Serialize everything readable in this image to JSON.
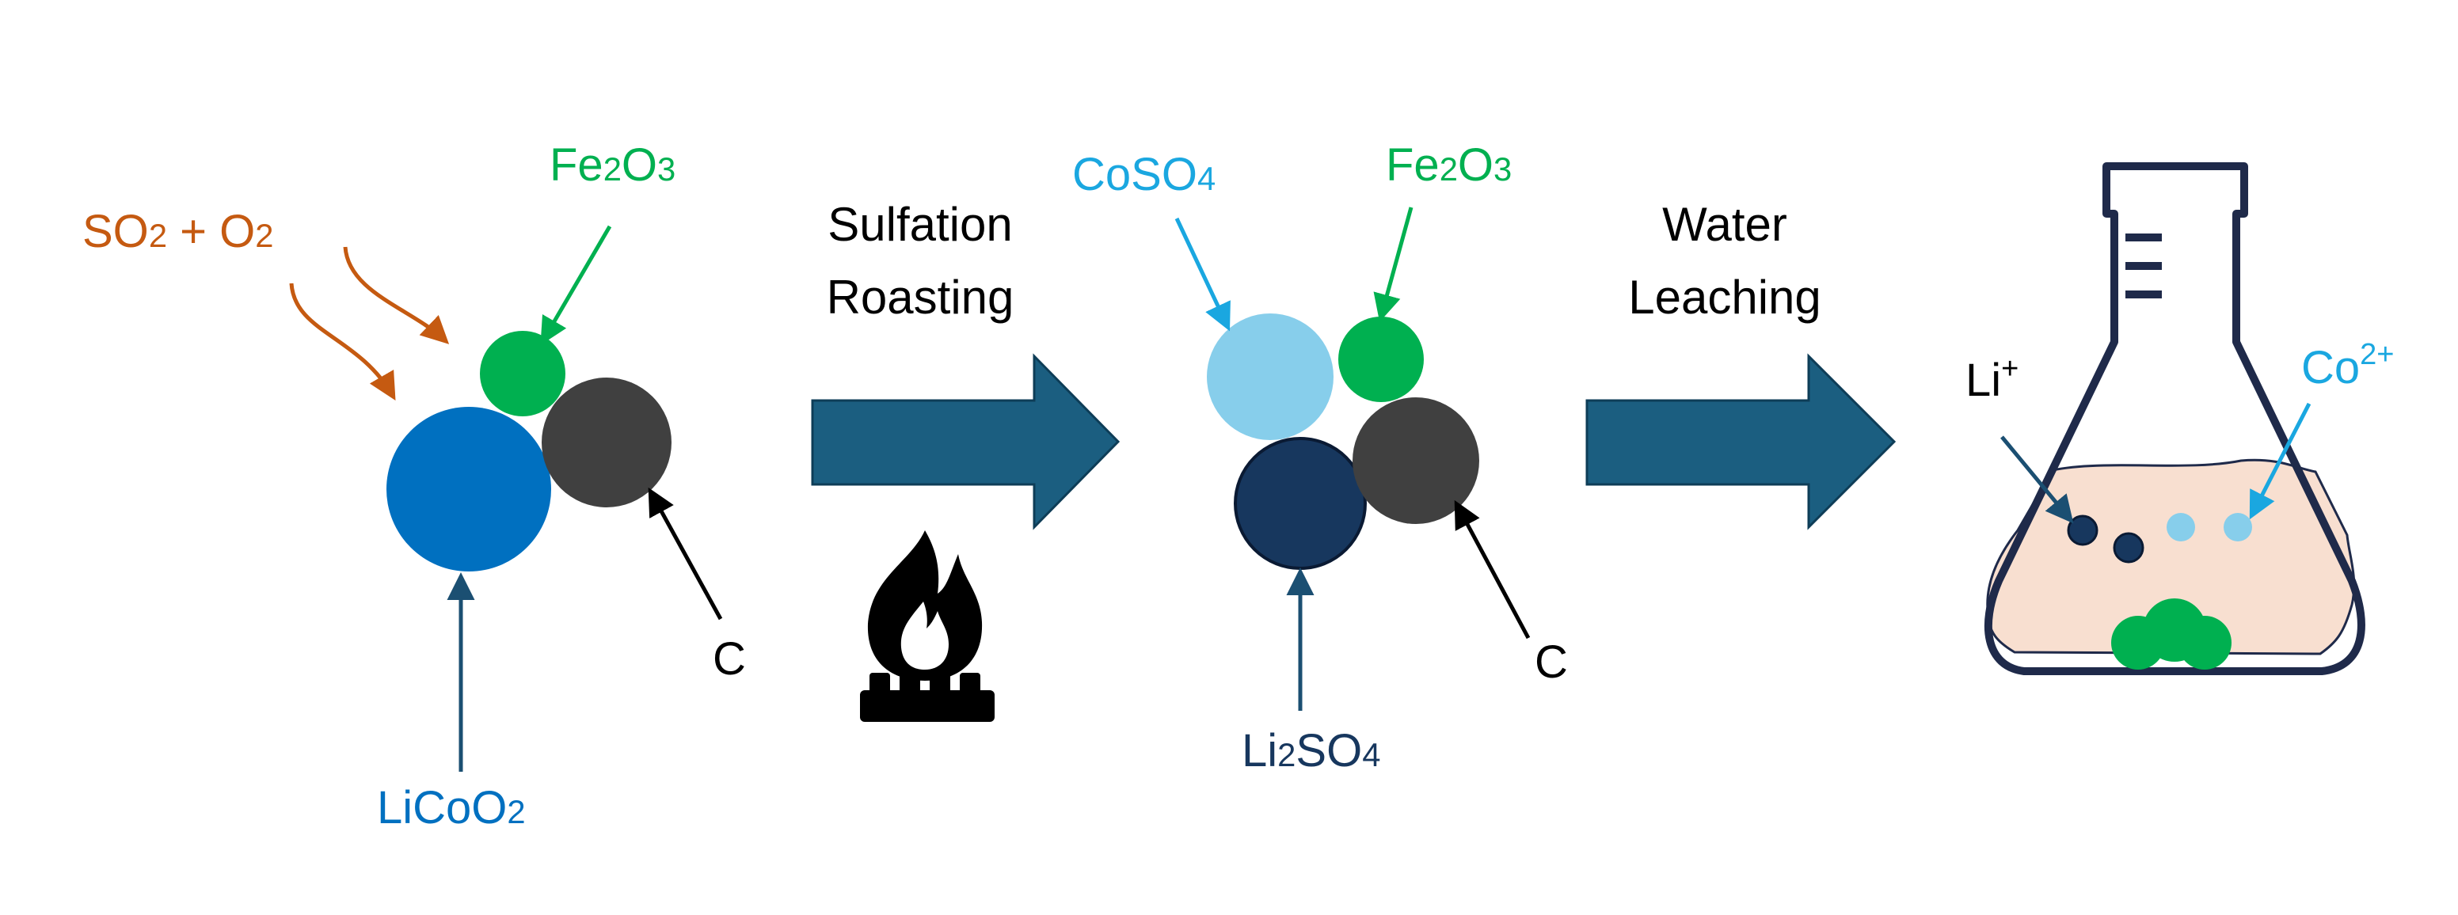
{
  "colors": {
    "licoo2": "#0070c0",
    "carbon": "#404040",
    "fe2o3": "#00b050",
    "coso4": "#87ceeb",
    "coso4_label": "#1aa7e0",
    "li2so4": "#17375e",
    "so2": "#c55a11",
    "arrow_fill": "#1b5e80",
    "flask_outline": "#1f2a4a",
    "solution": "#f8dfd0"
  },
  "icons": {
    "flame": "flame-icon",
    "burner": "burner-icon",
    "flask": "erlenmeyer-flask-icon"
  },
  "stage1": {
    "so2_label": {
      "a": "SO",
      "a_sub": "2",
      "b": " + O",
      "b_sub": "2"
    },
    "fe2o3_label": {
      "a": "Fe",
      "a_sub": "2",
      "b": "O",
      "b_sub": "3"
    },
    "licoo2_label": {
      "a": "LiCoO",
      "a_sub": "2"
    },
    "c_label": "C"
  },
  "step1": {
    "line1": "Sulfation",
    "line2": "Roasting"
  },
  "stage2": {
    "coso4_label": {
      "a": "CoSO",
      "a_sub": "4"
    },
    "fe2o3_label": {
      "a": "Fe",
      "a_sub": "2",
      "b": "O",
      "b_sub": "3"
    },
    "li2so4_label": {
      "a": "Li",
      "a_sub": "2",
      "b": "SO",
      "b_sub": "4"
    },
    "c_label": "C"
  },
  "step2": {
    "line1": "Water",
    "line2": "Leaching"
  },
  "stage3": {
    "li_label": {
      "a": "Li",
      "sup": "+"
    },
    "co_label": {
      "a": "Co",
      "sup": "2+"
    }
  }
}
